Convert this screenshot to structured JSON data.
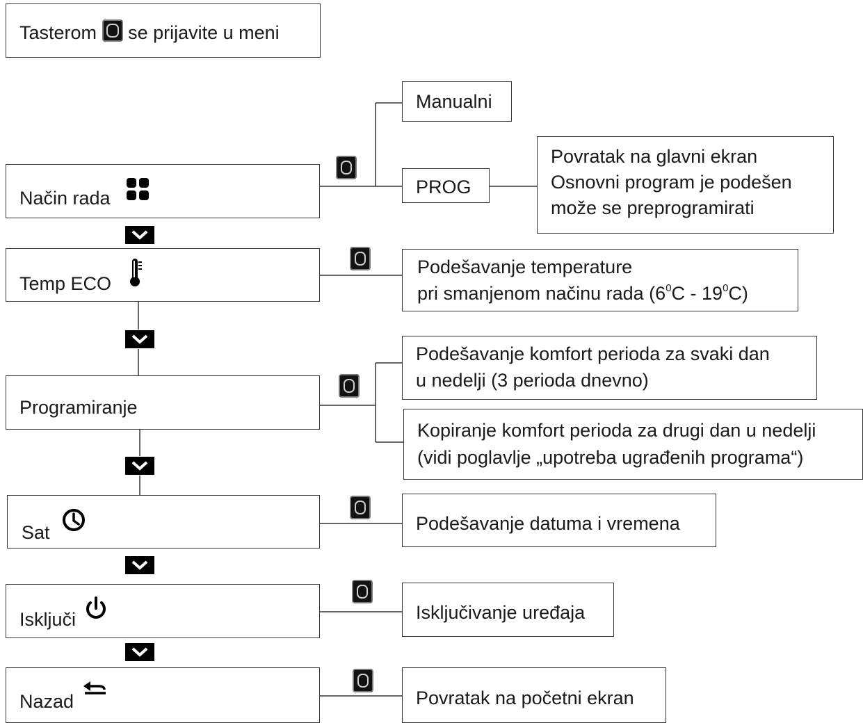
{
  "intro": {
    "before": "Tasterom",
    "after": "se prijavite u meni"
  },
  "menu": [
    {
      "label": "Način rada",
      "icon": "mode-grid-icon"
    },
    {
      "label": "Temp ECO",
      "icon": "thermometer-icon"
    },
    {
      "label": "Programiranje",
      "icon": ""
    },
    {
      "label": "Sat",
      "icon": "clock-icon"
    },
    {
      "label": "Isključi",
      "icon": "power-icon"
    },
    {
      "label": "Nazad",
      "icon": "back-arrow-icon"
    }
  ],
  "mode_options": {
    "manual": "Manualni",
    "prog": "PROG"
  },
  "prog_note": [
    "Povratak na glavni ekran",
    "Osnovni program je podešen",
    "može se preprogramirati"
  ],
  "eco_note": {
    "line1": "Podešavanje temperature",
    "line2_prefix": "pri smanjenom načinu rada (6",
    "sup": "0",
    "mid": "C - 19",
    "sup2": "0",
    "end": "C)"
  },
  "programming_notes": {
    "set_line1": "Podešavanje komfort perioda za svaki dan",
    "set_line2": "u nedelji (3 perioda dnevno)",
    "copy_line1": "Kopiranje komfort perioda za drugi dan u nedelji",
    "copy_line2": "(vidi poglavlje „upotreba ugrađenih programa“)"
  },
  "clock_note": "Podešavanje datuma i vremena",
  "off_note": "Isključivanje uređaja",
  "back_note": "Povratak na početni ekran",
  "icons": {
    "ok_button": "ok-button-icon",
    "down": "chevron-down-icon"
  }
}
